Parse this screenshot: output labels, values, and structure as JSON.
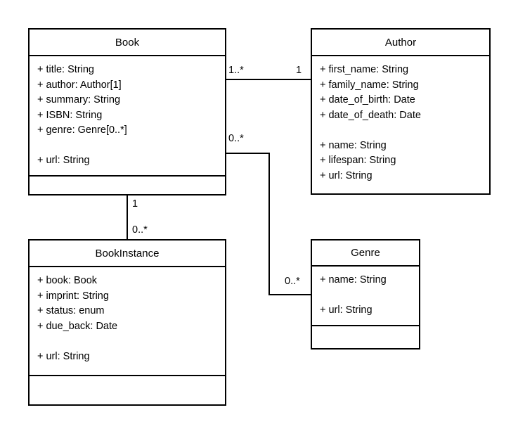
{
  "diagram": {
    "type": "uml-class-diagram",
    "background_color": "#ffffff",
    "stroke_color": "#000000",
    "text_color": "#000000"
  },
  "classes": {
    "book": {
      "name": "Book",
      "attributes": [
        "+ title: String",
        "+ author: Author[1]",
        "+ summary: String",
        "+ ISBN: String",
        "+ genre: Genre[0..*]",
        "",
        "+ url: String"
      ],
      "methods": []
    },
    "author": {
      "name": "Author",
      "attributes": [
        "+ first_name: String",
        "+ family_name: String",
        "+ date_of_birth: Date",
        "+ date_of_death: Date",
        "",
        "+ name: String",
        "+ lifespan: String",
        "+ url: String"
      ],
      "methods": null
    },
    "bookinstance": {
      "name": "BookInstance",
      "attributes": [
        "+ book: Book",
        "+ imprint: String",
        "+ status: enum",
        "+ due_back: Date",
        "",
        "+ url: String"
      ],
      "methods": []
    },
    "genre": {
      "name": "Genre",
      "attributes": [
        "+ name: String",
        "",
        "+ url: String"
      ],
      "methods": []
    }
  },
  "associations": [
    {
      "id": "book-author",
      "from": "Book",
      "to": "Author",
      "from_multiplicity": "1..*",
      "to_multiplicity": "1"
    },
    {
      "id": "book-bookinstance",
      "from": "Book",
      "to": "BookInstance",
      "from_multiplicity": "1",
      "to_multiplicity": "0..*"
    },
    {
      "id": "book-genre",
      "from": "Book",
      "to": "Genre",
      "from_multiplicity": "0..*",
      "to_multiplicity": "0..*"
    }
  ]
}
